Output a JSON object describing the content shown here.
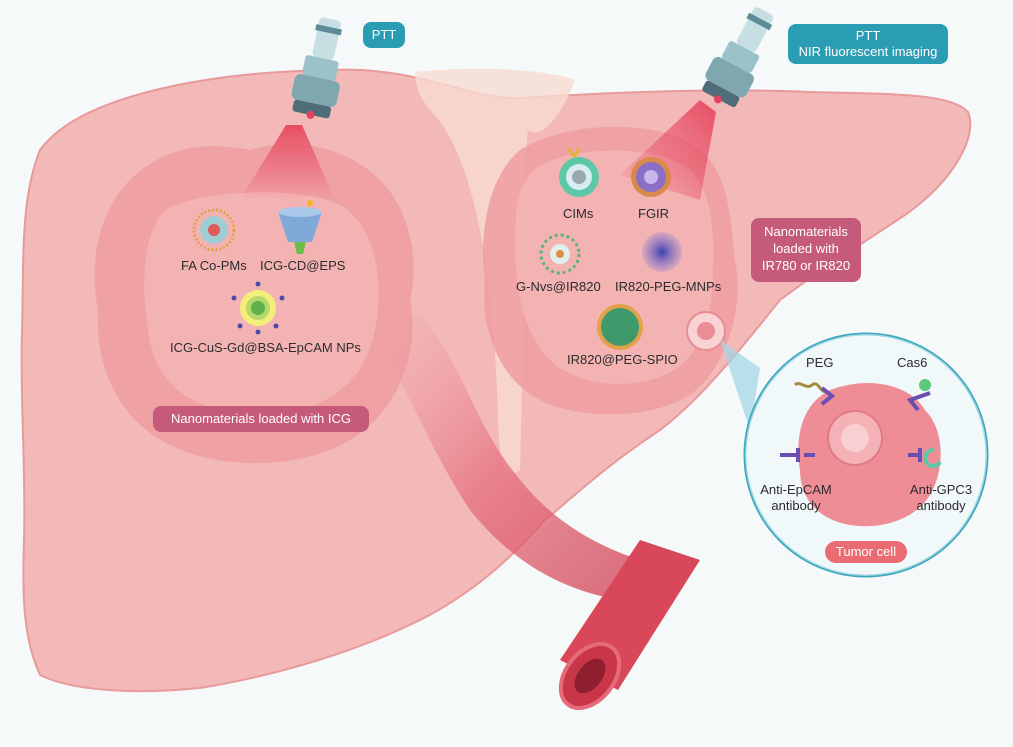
{
  "callouts": {
    "ptt_left": "PTT",
    "ptt_right_line1": "PTT",
    "ptt_right_line2": "NIR fluorescent imaging"
  },
  "left_tumor": {
    "items": [
      "FA Co-PMs",
      "ICG-CD@EPS",
      "ICG-CuS-Gd@BSA-EpCAM NPs"
    ],
    "banner": "Nanomaterials loaded with ICG"
  },
  "right_tumor": {
    "items": [
      "CIMs",
      "FGIR",
      "G-Nvs@IR820",
      "IR820-PEG-MNPs",
      "IR820@PEG-SPIO"
    ],
    "banner_line1": "Nanomaterials",
    "banner_line2": "loaded with",
    "banner_line3": "IR780 or IR820"
  },
  "tumor_cell": {
    "peg": "PEG",
    "cas6": "Cas6",
    "epcam_line1": "Anti-EpCAM",
    "epcam_line2": "antibody",
    "gpc3_line1": "Anti-GPC3",
    "gpc3_line2": "antibody",
    "banner": "Tumor cell"
  },
  "colors": {
    "liver": "#f2b9b8",
    "tumor": "#ef9c9f",
    "vessel": "#d8485a",
    "accent_teal": "#2a9cb3",
    "accent_rose": "#c55a7a"
  }
}
